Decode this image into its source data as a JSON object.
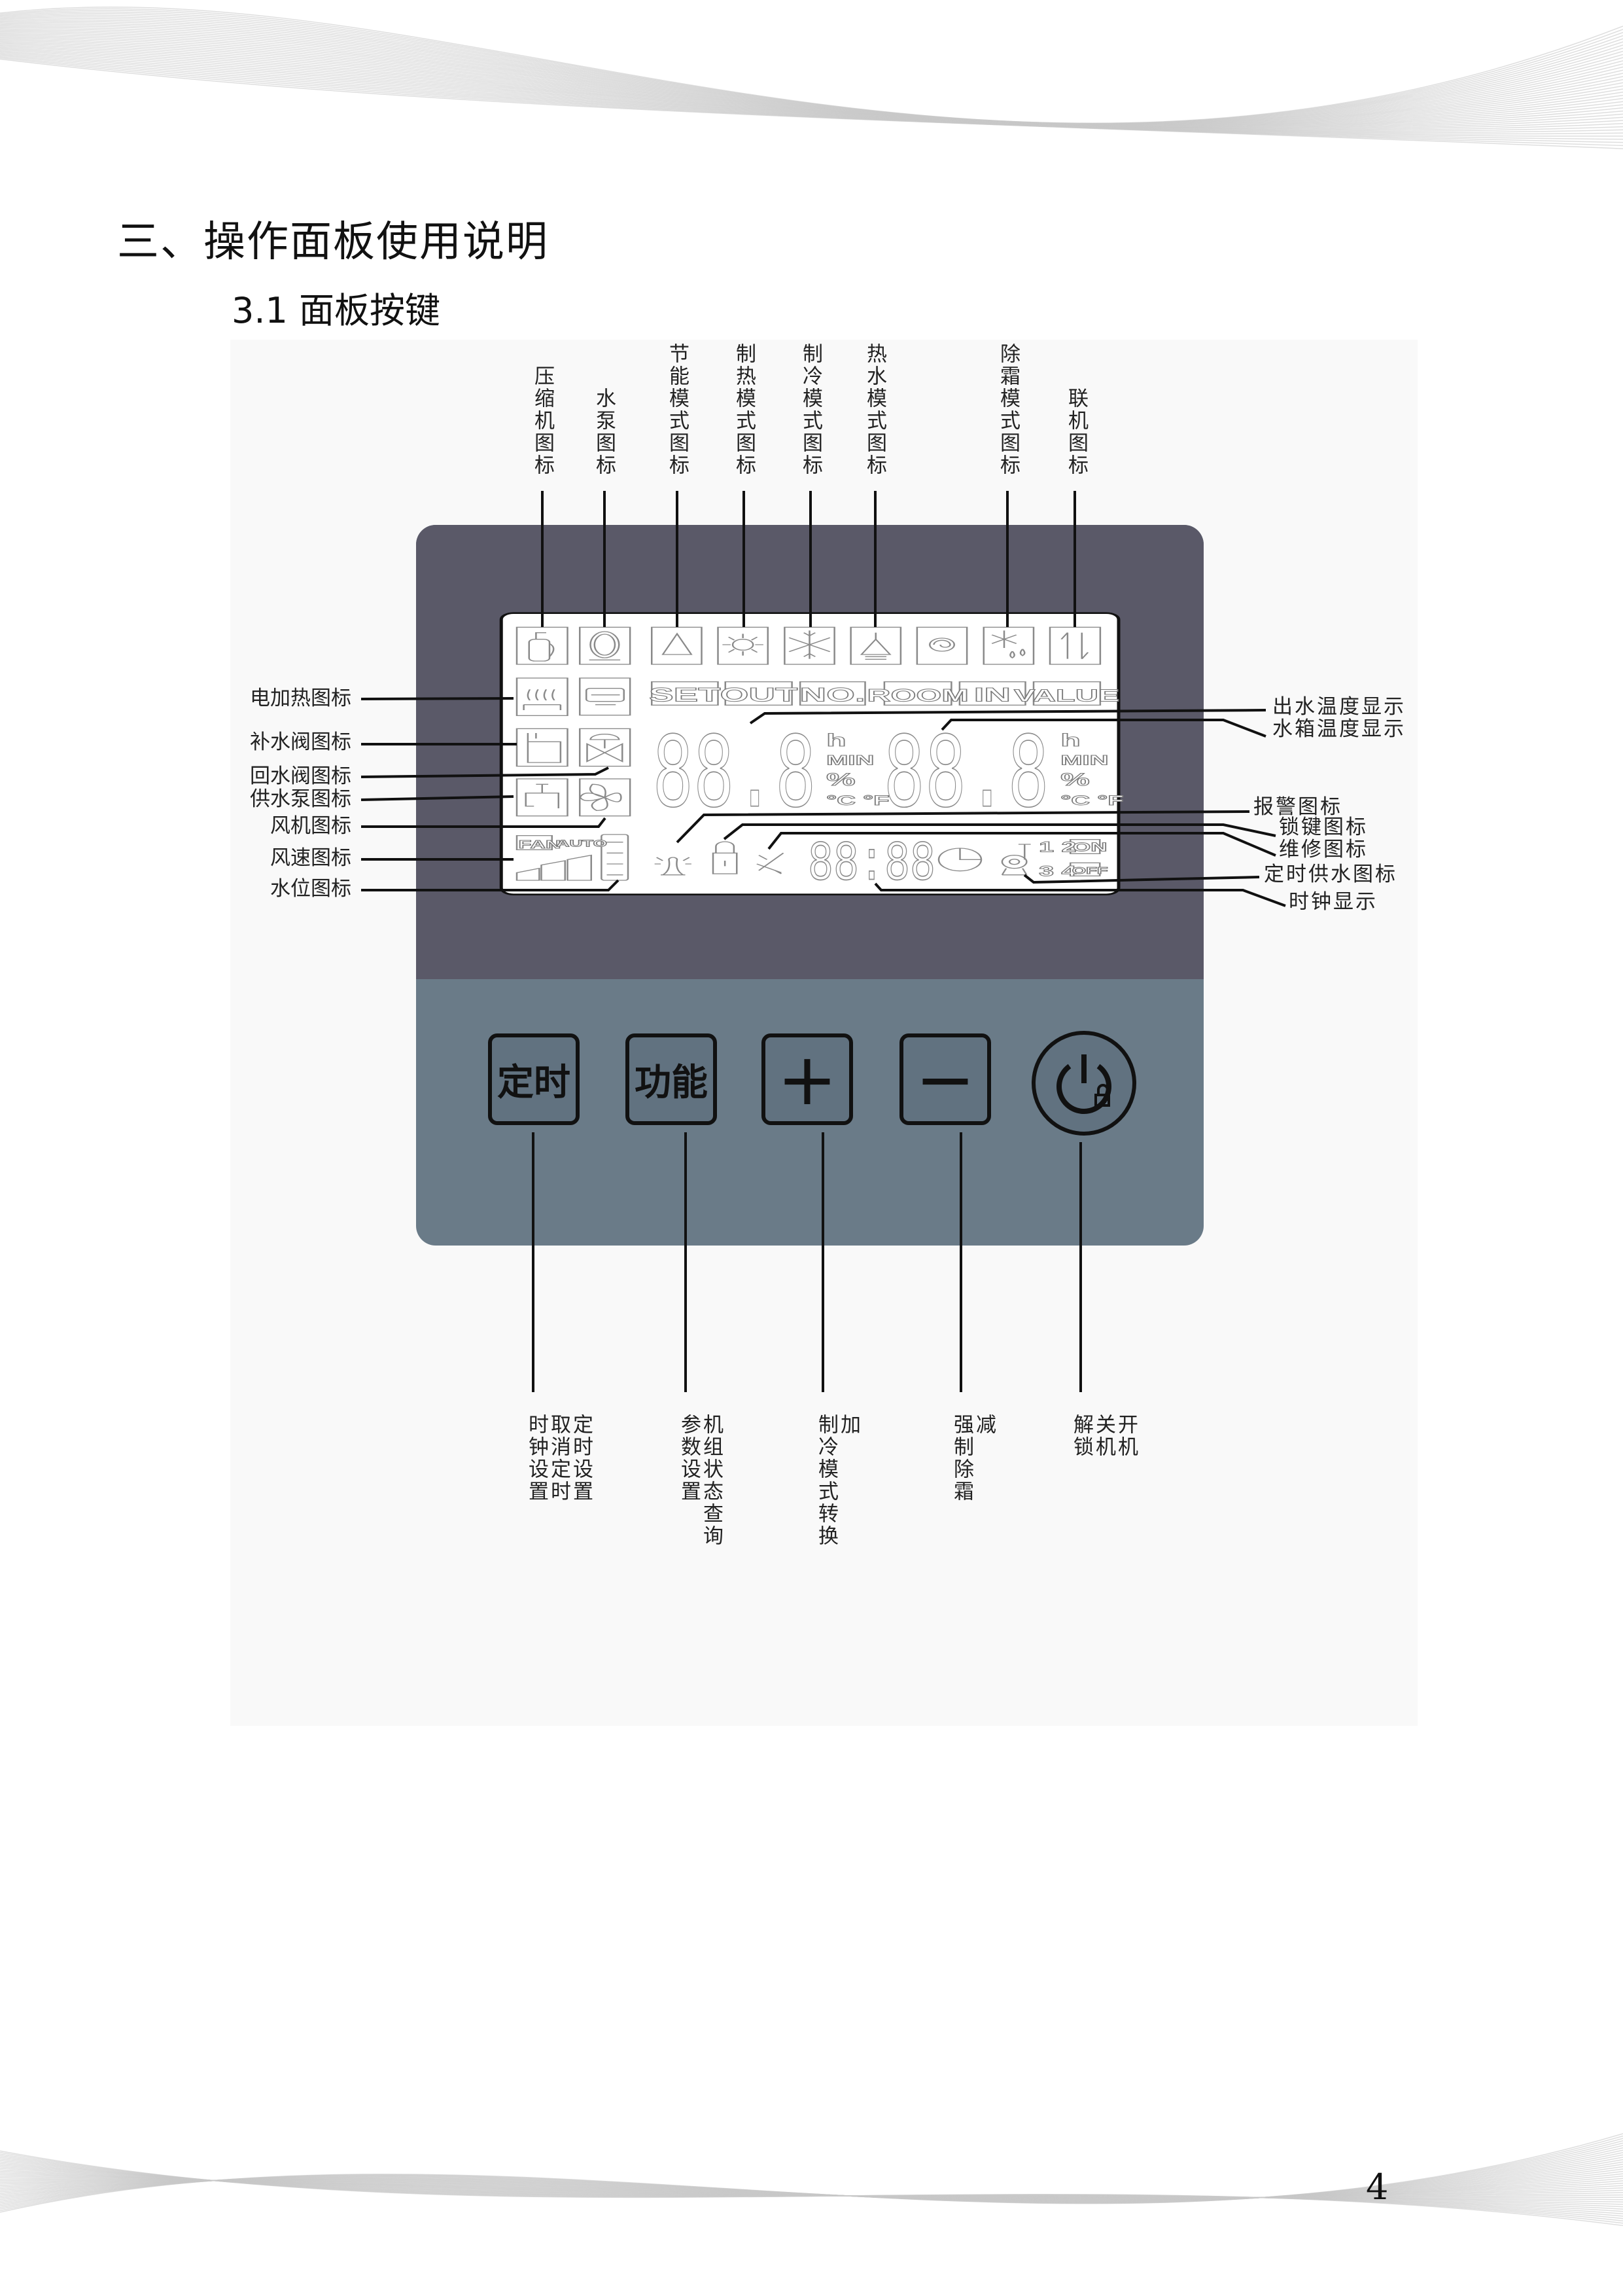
{
  "heading": "三、操作面板使用说明",
  "subheading": "3.1 面板按键",
  "page_number": "4",
  "colors": {
    "panel_top": "#5a5968",
    "panel_bottom": "#6a7b88",
    "button_fill": "#617280",
    "lcd_segment": "#8a8a8a"
  },
  "top_labels": [
    "压缩机图标",
    "水泵图标",
    "节能模式图标",
    "制热模式图标",
    "制冷模式图标",
    "热水模式图标",
    "除霜模式图标",
    "联机图标"
  ],
  "left_labels": [
    "电加热图标",
    "补水阀图标",
    "回水阀图标",
    "供水泵图标",
    "风机图标",
    "风速图标",
    "水位图标"
  ],
  "right_labels": [
    "出水温度显示",
    "水箱温度显示",
    "报警图标",
    "锁键图标",
    "维修图标",
    "定时供水图标",
    "时钟显示"
  ],
  "lcd": {
    "mode_tags": [
      "SET",
      "OUT",
      "NO.",
      "ROOM",
      "IN",
      "VALUE"
    ],
    "units_left": [
      "h",
      "MIN",
      "%",
      "°C °F"
    ],
    "units_right": [
      "h",
      "MIN",
      "%",
      "°C °F"
    ],
    "fan_tag": "FAN",
    "auto_tag": "AUTO",
    "timer_nums_top": "1 2",
    "timer_nums_bottom": "3 4",
    "on_tag": "ON",
    "off_tag": "OFF",
    "main_digits": "88.8",
    "clock_digits": "88:88"
  },
  "buttons": [
    {
      "label": "定时",
      "functions": [
        "定时设置",
        "取消定时",
        "时钟设置"
      ]
    },
    {
      "label": "功能",
      "functions": [
        "机组状态查询",
        "参数设置"
      ]
    },
    {
      "label": "+",
      "functions": [
        "加",
        "制冷模式转换"
      ]
    },
    {
      "label": "−",
      "functions": [
        "减",
        "强制除霜"
      ]
    },
    {
      "label": "power-lock",
      "functions": [
        "开机",
        "关机",
        "解锁"
      ]
    }
  ]
}
